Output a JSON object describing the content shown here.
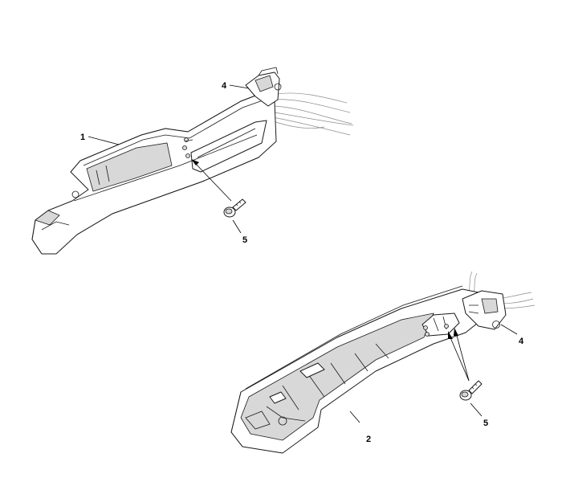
{
  "callouts": {
    "top_panel_label": "1",
    "top_bracket_label": "4",
    "top_screw_label": "5",
    "bottom_panel_label": "2",
    "bottom_bracket_label": "4",
    "bottom_screw_label": "5"
  },
  "colors": {
    "line": "#1a1a1a",
    "wire": "#8a8a8a",
    "shade": "#d8d8d8",
    "background": "#ffffff"
  }
}
